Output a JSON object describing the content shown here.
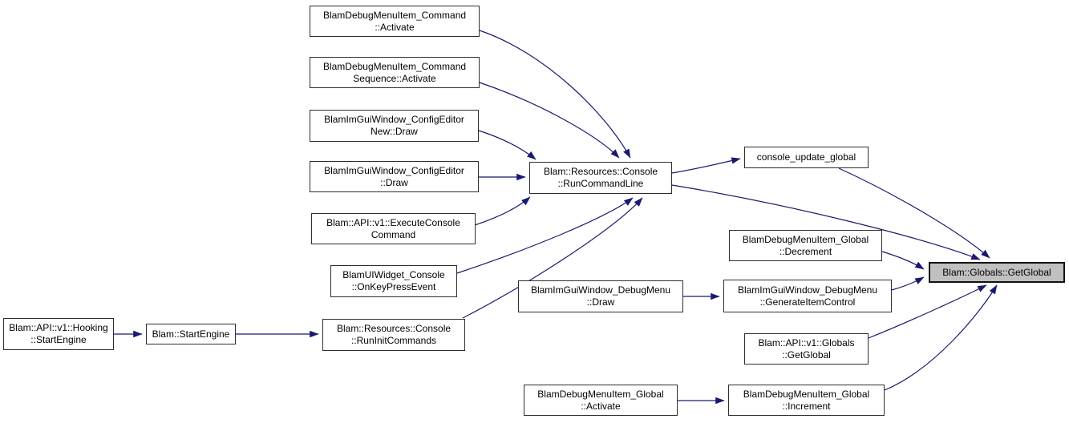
{
  "diagram_type": "call-graph",
  "colors": {
    "edge": "#191970",
    "node_border": "#2e2e2e",
    "node_fill": "#ffffff",
    "target_node_fill": "#c0c0c0",
    "text": "#000000",
    "background": "#ffffff"
  },
  "nodes": [
    {
      "id": "cmd-activate",
      "label": "BlamDebugMenuItem_Command\n::Activate"
    },
    {
      "id": "cmd-sequence-activate",
      "label": "BlamDebugMenuItem_Command\nSequence::Activate"
    },
    {
      "id": "configeditornew-draw",
      "label": "BlamImGuiWindow_ConfigEditor\nNew::Draw"
    },
    {
      "id": "configeditor-draw",
      "label": "BlamImGuiWindow_ConfigEditor\n::Draw"
    },
    {
      "id": "execute-console-command",
      "label": "Blam::API::v1::ExecuteConsole\nCommand"
    },
    {
      "id": "uiwidget-onkeypressevent",
      "label": "BlamUIWidget_Console\n::OnKeyPressEvent"
    },
    {
      "id": "hooking-startengine",
      "label": "Blam::API::v1::Hooking\n::StartEngine"
    },
    {
      "id": "startengine",
      "label": "Blam::StartEngine"
    },
    {
      "id": "runinitcommands",
      "label": "Blam::Resources::Console\n::RunInitCommands"
    },
    {
      "id": "runcommandline",
      "label": "Blam::Resources::Console\n::RunCommandLine"
    },
    {
      "id": "console-update-global",
      "label": "console_update_global"
    },
    {
      "id": "global-decrement",
      "label": "BlamDebugMenuItem_Global\n::Decrement"
    },
    {
      "id": "debugmenu-draw",
      "label": "BlamImGuiWindow_DebugMenu\n::Draw"
    },
    {
      "id": "debugmenu-generateitemcontrol",
      "label": "BlamImGuiWindow_DebugMenu\n::GenerateItemControl"
    },
    {
      "id": "api-globals-getglobal",
      "label": "Blam::API::v1::Globals\n::GetGlobal"
    },
    {
      "id": "global-activate",
      "label": "BlamDebugMenuItem_Global\n::Activate"
    },
    {
      "id": "global-increment",
      "label": "BlamDebugMenuItem_Global\n::Increment"
    },
    {
      "id": "globals-getglobal",
      "label": "Blam::Globals::GetGlobal"
    }
  ],
  "edges": [
    {
      "from": "cmd-activate",
      "to": "runcommandline"
    },
    {
      "from": "cmd-sequence-activate",
      "to": "runcommandline"
    },
    {
      "from": "configeditornew-draw",
      "to": "runcommandline"
    },
    {
      "from": "configeditor-draw",
      "to": "runcommandline"
    },
    {
      "from": "execute-console-command",
      "to": "runcommandline"
    },
    {
      "from": "uiwidget-onkeypressevent",
      "to": "runcommandline"
    },
    {
      "from": "hooking-startengine",
      "to": "startengine"
    },
    {
      "from": "startengine",
      "to": "runinitcommands"
    },
    {
      "from": "runinitcommands",
      "to": "runcommandline"
    },
    {
      "from": "runcommandline",
      "to": "console-update-global"
    },
    {
      "from": "runcommandline",
      "to": "globals-getglobal"
    },
    {
      "from": "console-update-global",
      "to": "globals-getglobal"
    },
    {
      "from": "global-decrement",
      "to": "globals-getglobal"
    },
    {
      "from": "debugmenu-draw",
      "to": "debugmenu-generateitemcontrol"
    },
    {
      "from": "debugmenu-generateitemcontrol",
      "to": "globals-getglobal"
    },
    {
      "from": "api-globals-getglobal",
      "to": "globals-getglobal"
    },
    {
      "from": "global-activate",
      "to": "global-increment"
    },
    {
      "from": "global-increment",
      "to": "globals-getglobal"
    }
  ]
}
